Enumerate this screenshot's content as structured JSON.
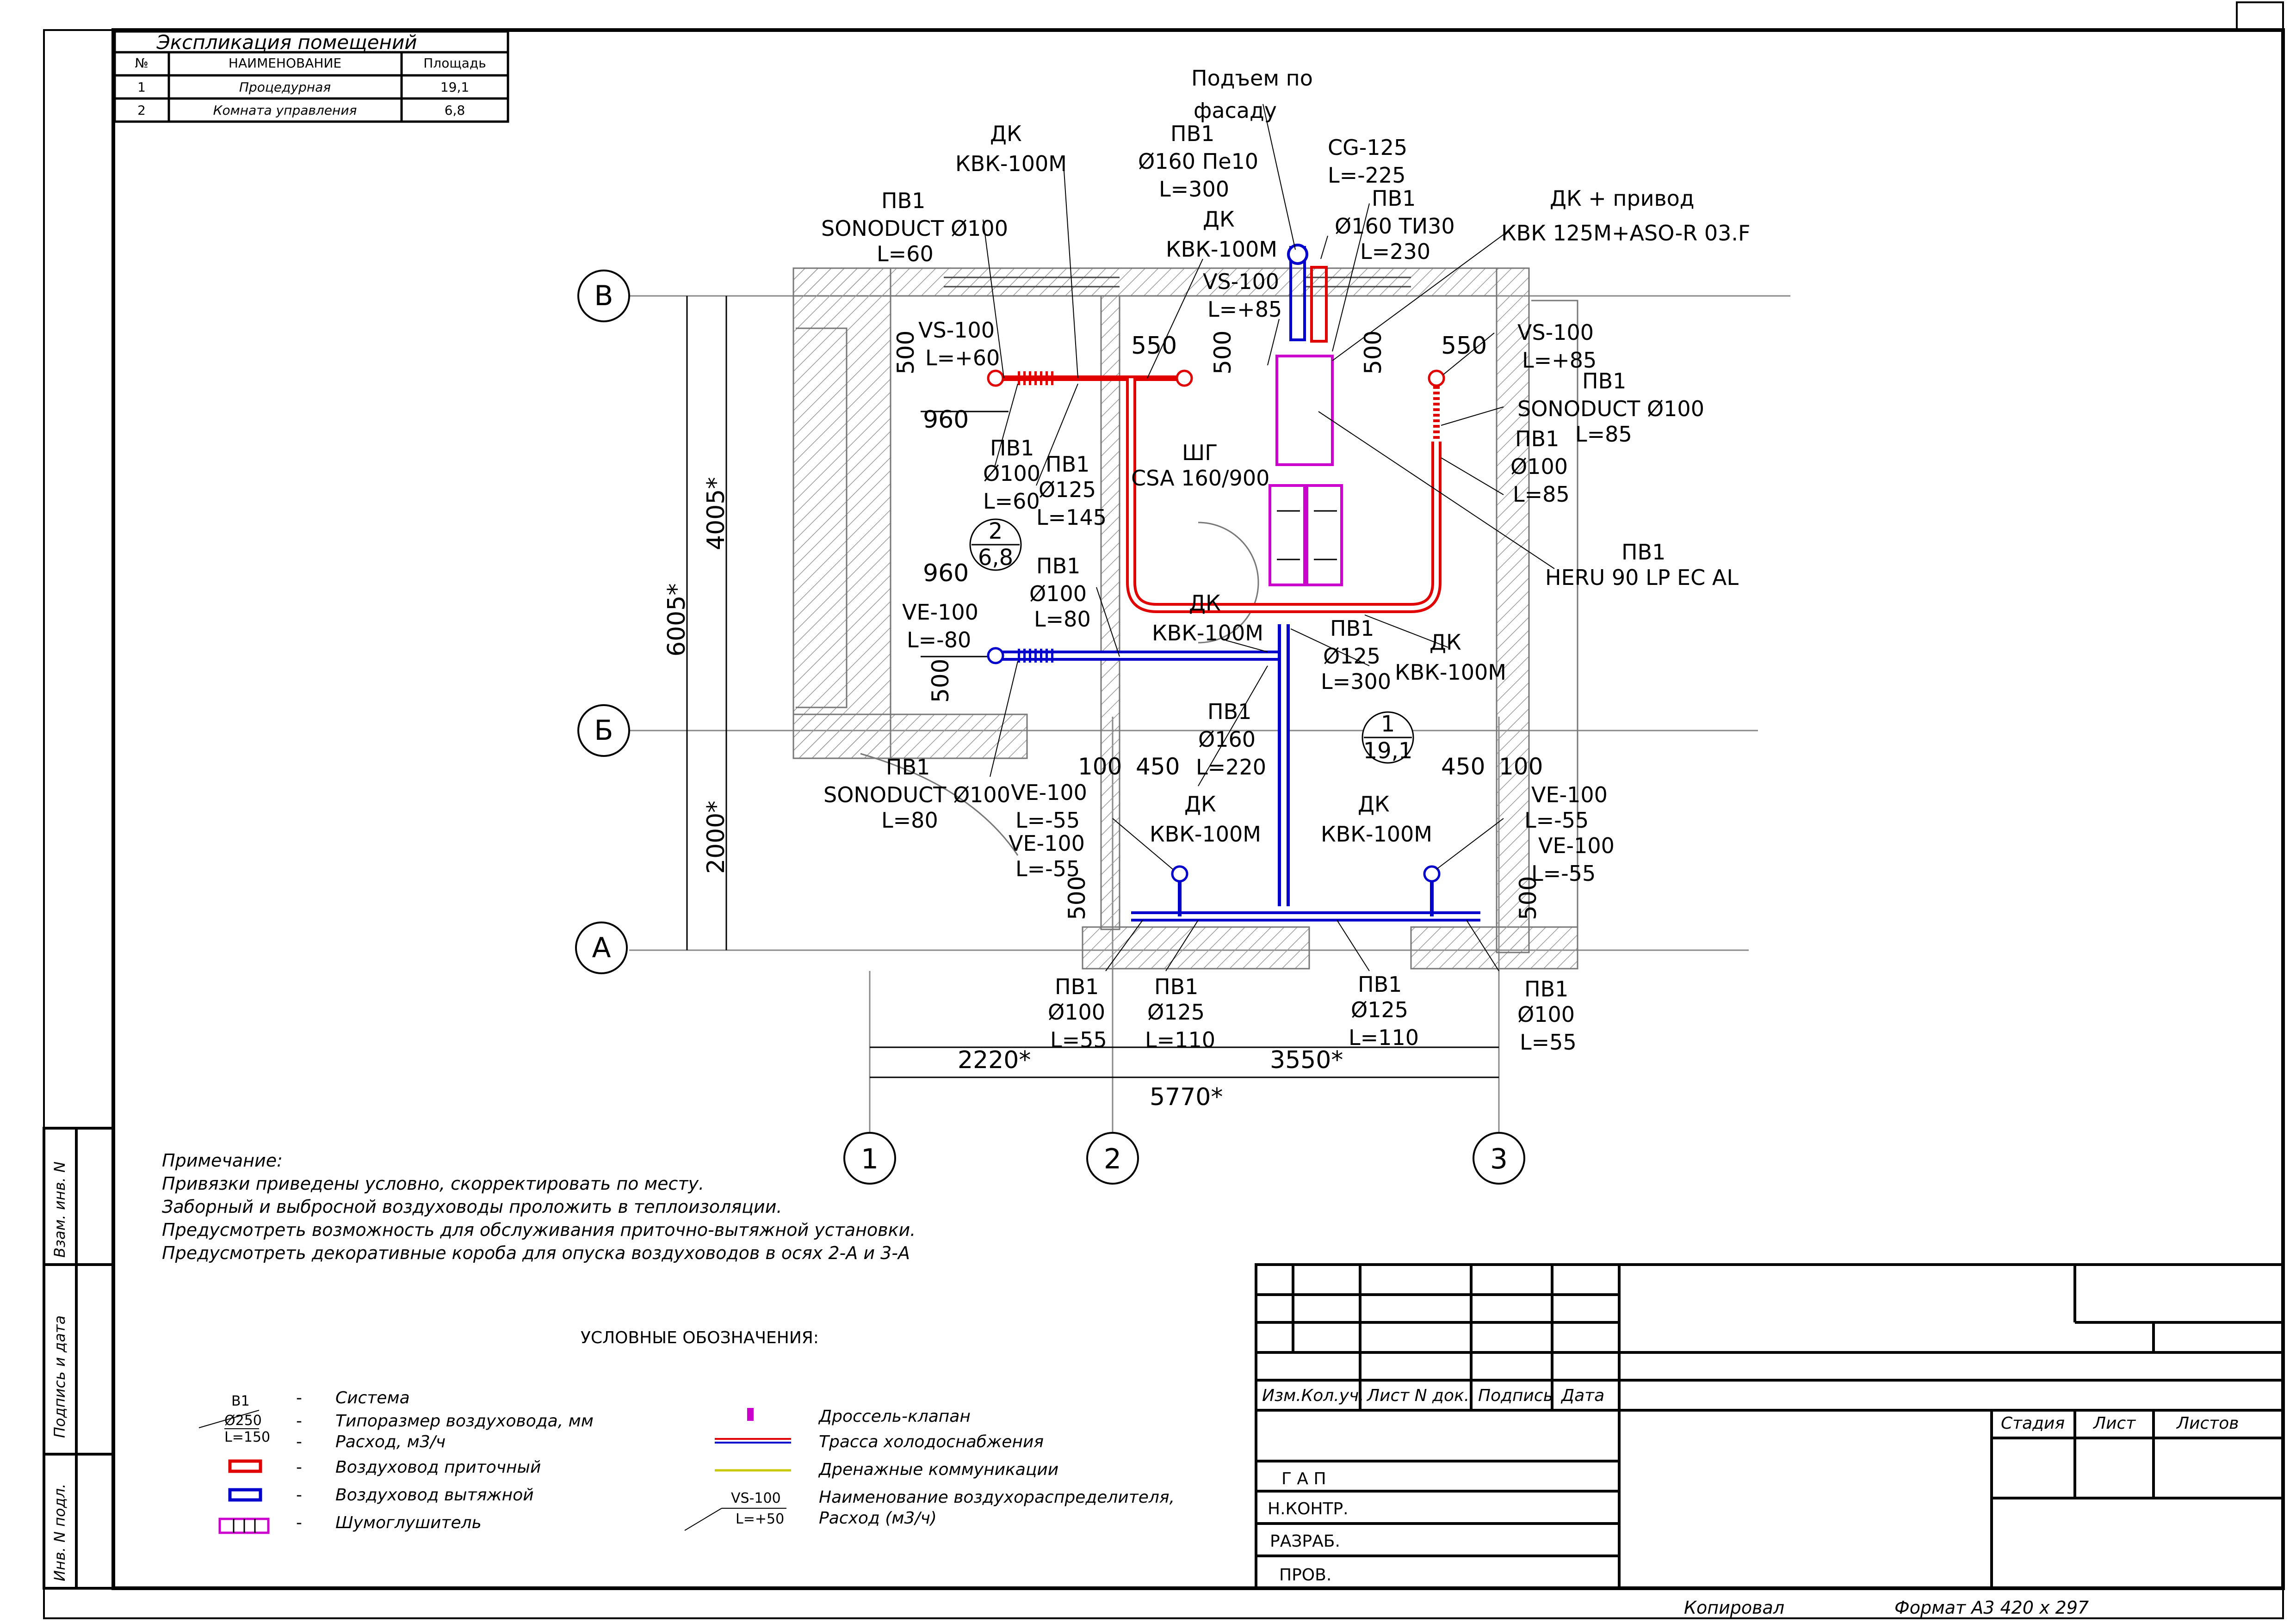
{
  "explication": {
    "title": "Экспликация помещений",
    "headers": [
      "№",
      "НАИМЕНОВАНИЕ",
      "Площадь"
    ],
    "rows": [
      [
        "1",
        "Процедурная",
        "19,1"
      ],
      [
        "2",
        "Комната управления",
        "6,8"
      ]
    ]
  },
  "axes": {
    "rows": [
      "В",
      "Б",
      "А"
    ],
    "cols": [
      "1",
      "2",
      "3"
    ]
  },
  "dimensions": {
    "d6005": "6005*",
    "d4005": "4005*",
    "d2000": "2000*",
    "d2220": "2220*",
    "d3550": "3550*",
    "d5770": "5770*",
    "d960a": "960",
    "d960b": "960",
    "d550a": "550",
    "d550b": "550",
    "d500": "500",
    "d100": "100",
    "d450": "450"
  },
  "rooms": [
    {
      "num": "2",
      "area": "6,8"
    },
    {
      "num": "1",
      "area": "19,1"
    }
  ],
  "labels": {
    "podem1": "Подъем по",
    "podem2": "фасаду",
    "pv1": "ПВ1",
    "d160pe10": "Ø160 Пе10",
    "L300": "L=300",
    "dk": "ДК",
    "kvk100m": "КВК-100М",
    "sonoduct100": "SONODUCT Ø100",
    "L60": "L=60",
    "L85": "L=85",
    "L80": "L=80",
    "cg125": "CG-125",
    "Lm225": "L=-225",
    "d160ti30": "Ø160 ТИ30",
    "L230": "L=230",
    "dkprivod": "ДК + привод",
    "kvk125": "КВК 125М+ASO-R 03.F",
    "vs100": "VS-100",
    "Lp85": "L=+85",
    "Lp60": "L=+60",
    "d100": "Ø100",
    "d125": "Ø125",
    "d160": "Ø160",
    "L145": "L=145",
    "shg": "ШГ",
    "csa": "CSA 160/900",
    "heru": "HERU 90 LP EC AL",
    "ve100": "VE-100",
    "Lm80": "L=-80",
    "Lm55": "L=-55",
    "L220": "L=220",
    "L110": "L=110",
    "L55": "L=55"
  },
  "notes": {
    "title": "Примечание:",
    "lines": [
      "Привязки приведены условно, скорректировать по месту.",
      "Заборный и выбросной воздуховоды проложить в теплоизоляции.",
      "Предусмотреть возможность для обслуживания приточно-вытяжной установки.",
      "Предусмотреть декоративные короба для опуска воздуховодов в осях 2-А и 3-А"
    ]
  },
  "legend": {
    "title": "УСЛОВНЫЕ ОБОЗНАЧЕНИЯ:",
    "sym_b1": "В1",
    "sym_d250": "Ø250",
    "sym_L150": "L=150",
    "sym_vs100": "VS-100",
    "sym_Lp50": "L=+50",
    "items_left": [
      "Система",
      "Типоразмер воздуховода, мм",
      "Расход, м3/ч",
      "Воздуховод приточный",
      "Воздуховод вытяжной",
      "Шумоглушитель"
    ],
    "items_right": [
      "Дроссель-клапан",
      "Трасса холодоснабжения",
      "Дренажные коммуникации",
      "Наименование воздухораспределителя,",
      "Расход (м3/ч)"
    ]
  },
  "stamp": {
    "izm": "Изм.Кол.уч.",
    "list_n": "Лист N док.",
    "podpis": "Подпись",
    "data": "Дата",
    "stadiya": "Стадия",
    "list": "Лист",
    "listov": "Листов",
    "gap": "Г А П",
    "nkontr": "Н.КОНТР.",
    "razrab": "РАЗРАБ.",
    "prov": "ПРОВ."
  },
  "side": {
    "vzam": "Взам. инв. N",
    "podpis": "Подпись и дата",
    "inv": "Инв. N подл."
  },
  "bottom": {
    "kopiroval": "Копировал",
    "format": "Формат А3 420 x 297"
  },
  "colors": {
    "supply": "#e00000",
    "exhaust": "#0000cc",
    "silencer": "#cc00cc",
    "drain": "#c8c800"
  }
}
